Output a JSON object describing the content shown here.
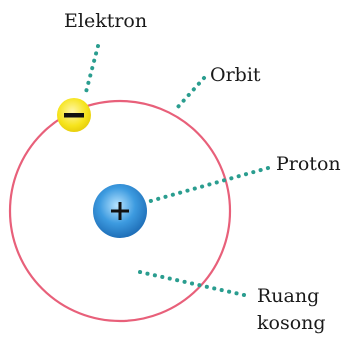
{
  "labels": {
    "electron": "Elektron",
    "orbit": "Orbit",
    "proton": "Proton",
    "empty_space_line1": "Ruang",
    "empty_space_line2": "kosong"
  },
  "symbols": {
    "electron_sign": "−",
    "proton_sign": "+"
  },
  "colors": {
    "orbit": "#e8607a",
    "electron_fill": "#f3e21a",
    "proton_fill": "#2f8fd6",
    "leader_dots": "#2a9d8f"
  }
}
